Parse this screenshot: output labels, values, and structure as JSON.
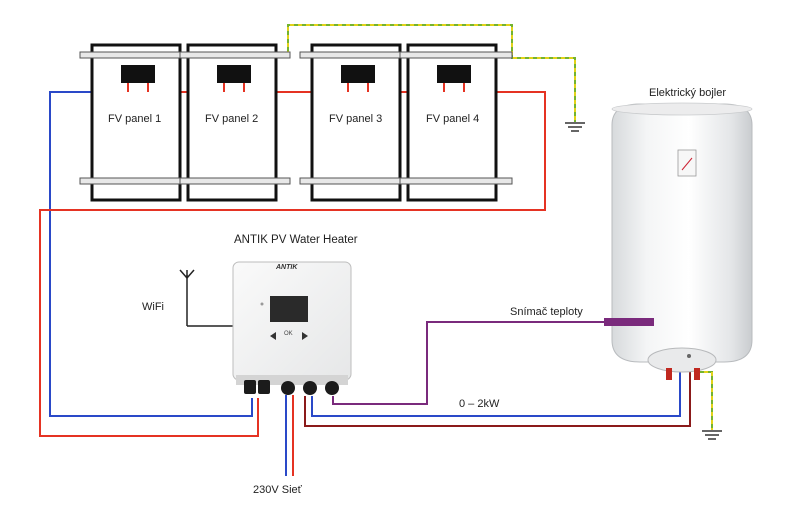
{
  "title": "ANTIK PV Water Heater",
  "panels": [
    {
      "label": "FV panel 1"
    },
    {
      "label": "FV panel 2"
    },
    {
      "label": "FV panel 3"
    },
    {
      "label": "FV panel 4"
    }
  ],
  "boiler": {
    "label": "Elektrický bojler"
  },
  "sensor": {
    "label": "Snímač teploty"
  },
  "power": {
    "label": "0 – 2kW"
  },
  "mains": {
    "label": "230V Sieť"
  },
  "wifi": {
    "label": "WiFi"
  },
  "device": {
    "brand": "ANTIK",
    "ok": "OK"
  },
  "colors": {
    "positive": "#e53323",
    "negative": "#2a49c8",
    "ground_green": "#74b32f",
    "ground_yellow": "#e2d21a",
    "sensor": "#7a2a7c",
    "dark_red": "#8b1a1a"
  }
}
